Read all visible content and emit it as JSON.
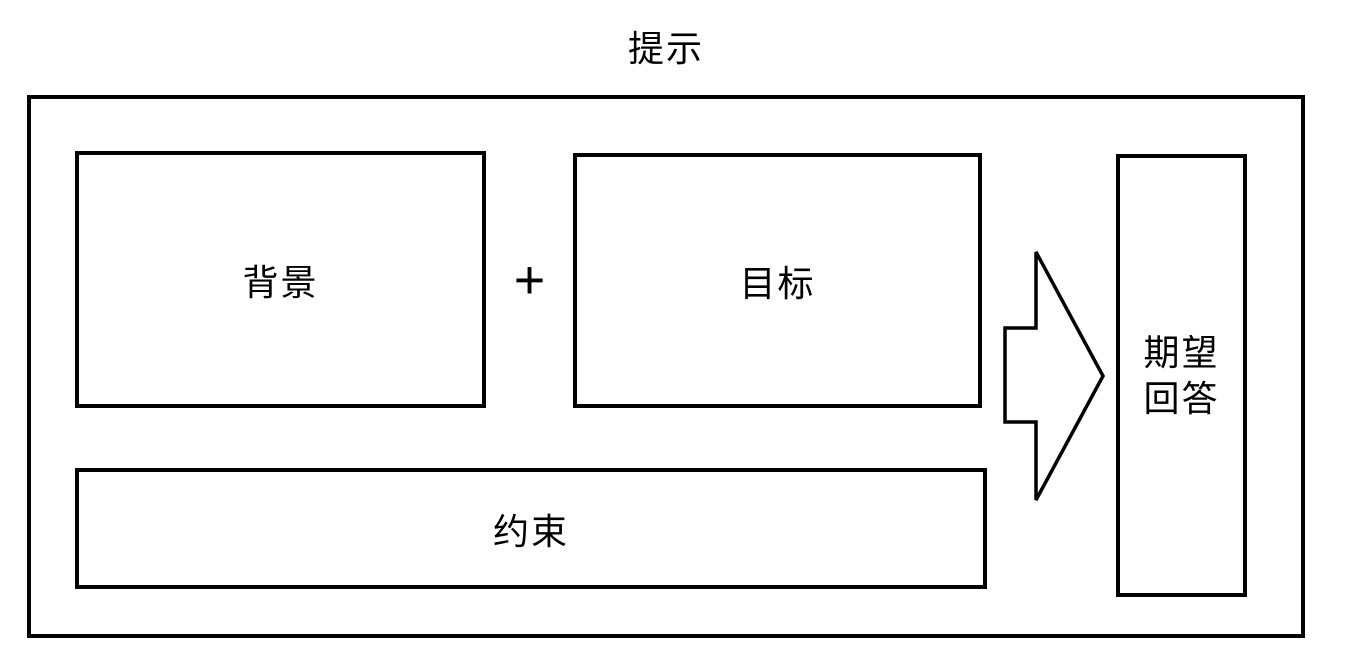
{
  "title": "提示",
  "diagram": {
    "nodes": {
      "background": {
        "label": "背景"
      },
      "goal": {
        "label": "目标"
      },
      "constraint": {
        "label": "约束"
      },
      "expected_answer": {
        "label_line1": "期望",
        "label_line2": "回答"
      }
    },
    "operators": {
      "plus": "+"
    },
    "colors": {
      "stroke": "#000000",
      "fill": "#ffffff"
    }
  }
}
